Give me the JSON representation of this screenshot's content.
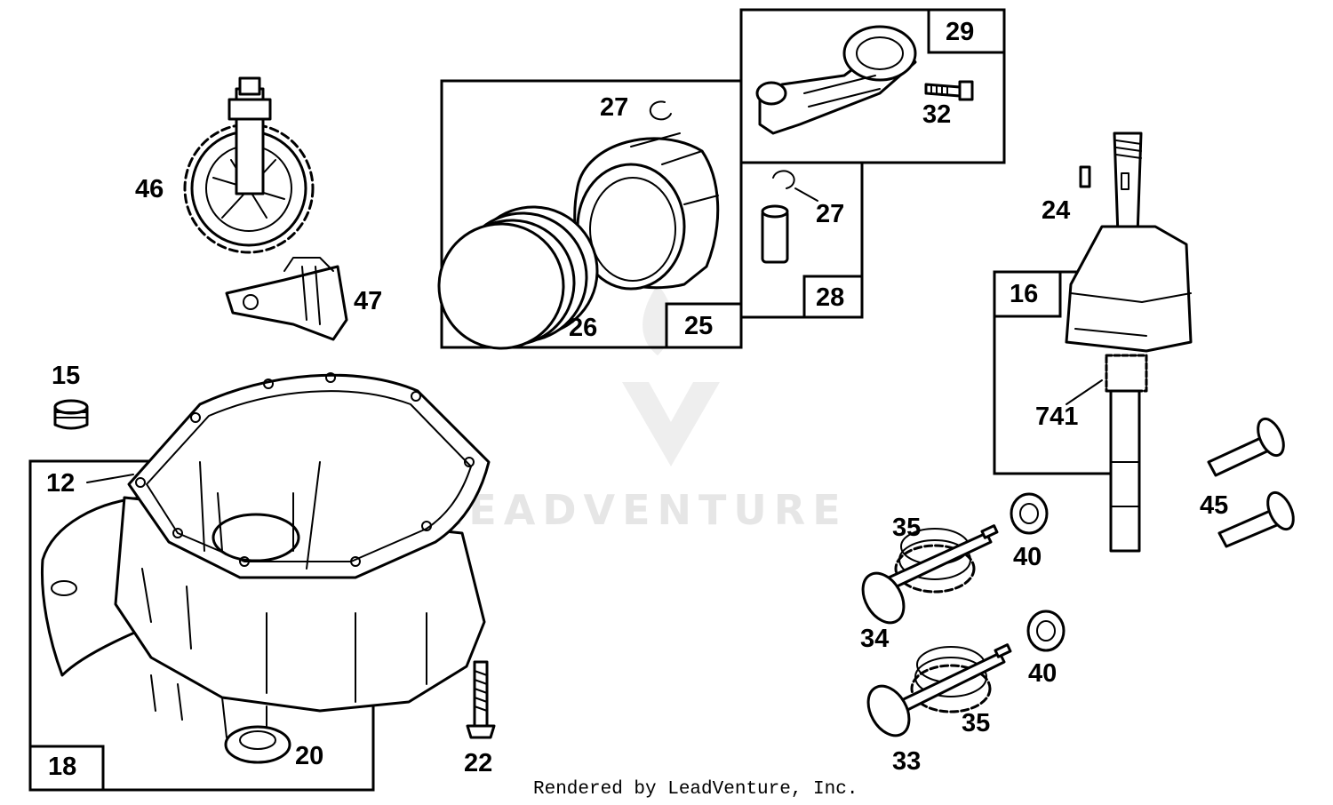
{
  "diagram": {
    "footer": "Rendered by LeadVenture, Inc.",
    "watermark": "LEADVENTURE",
    "labels": {
      "p46": "46",
      "p47": "47",
      "p15": "15",
      "p12": "12",
      "p18": "18",
      "p20": "20",
      "p22": "22",
      "p27a": "27",
      "p26": "26",
      "p25": "25",
      "p29": "29",
      "p32": "32",
      "p27b": "27",
      "p28": "28",
      "p24": "24",
      "p16": "16",
      "p741": "741",
      "p45": "45",
      "p35a": "35",
      "p40a": "40",
      "p34": "34",
      "p40b": "40",
      "p35b": "35",
      "p33": "33"
    }
  }
}
